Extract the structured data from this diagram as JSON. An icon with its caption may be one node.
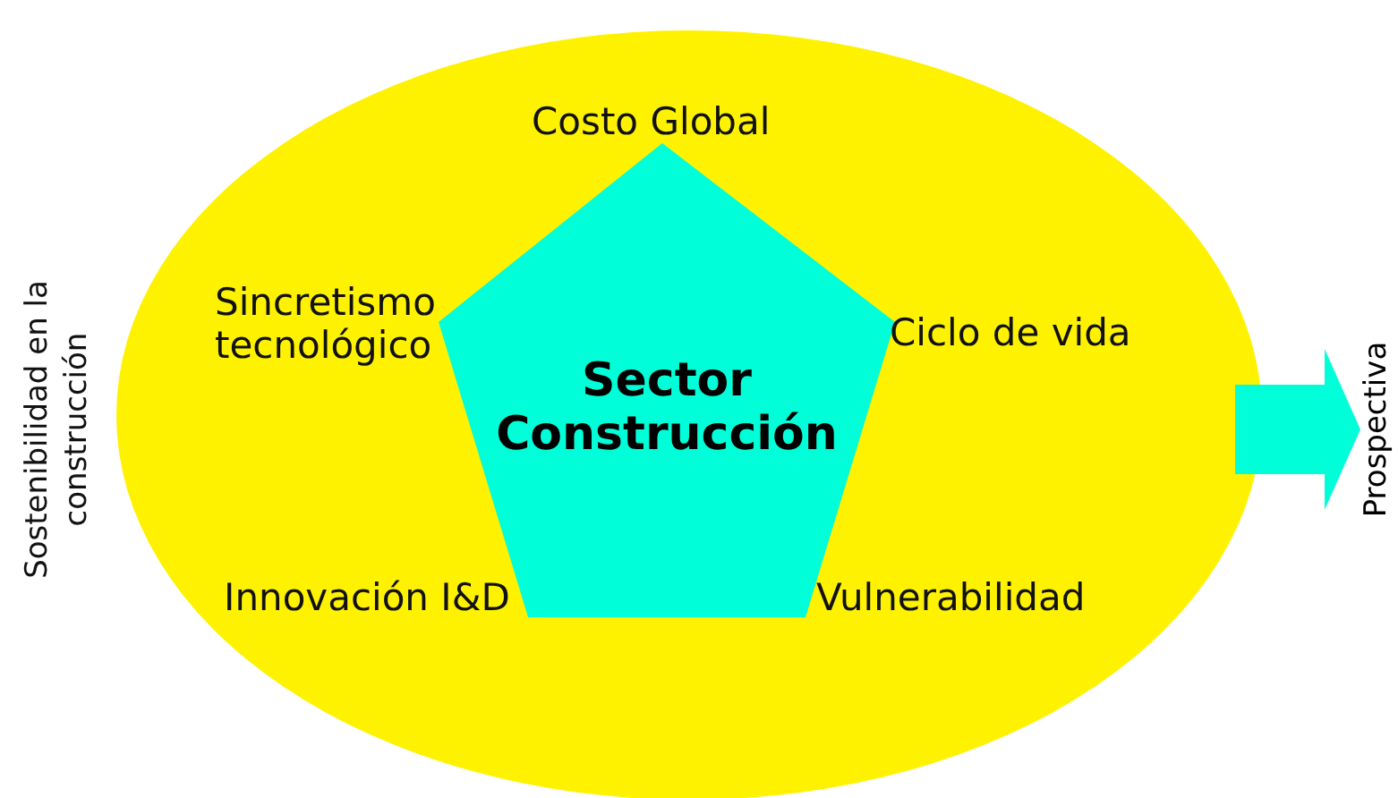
{
  "diagram": {
    "nodes": [
      {
        "text": [],
        "shape": "ellipse"
      },
      {
        "text": [
          "Sector Construcción"
        ],
        "in": 0
      },
      {
        "text": [
          "Prospectiva"
        ]
      }
    ],
    "labels": [
      "Sostenibilidad en la construcción",
      "Costo Global",
      "Sincretismo tecnológico",
      "Ciclo de vida",
      "Innovación I&D",
      "Vulnerabilidad"
    ]
  }
}
